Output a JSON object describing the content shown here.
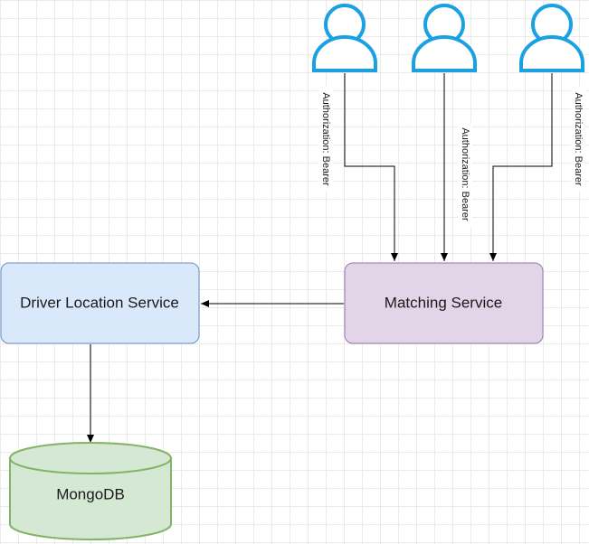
{
  "nodes": {
    "driver_location_service": {
      "label": "Driver Location Service",
      "fill": "#dae8fc",
      "stroke": "#6c8ebf"
    },
    "matching_service": {
      "label": "Matching Service",
      "fill": "#e1d5e7",
      "stroke": "#9673a6"
    },
    "mongodb": {
      "label": "MongoDB",
      "fill": "#d5e8d4",
      "stroke": "#82b366"
    }
  },
  "actors": {
    "stroke": "#1ba1e2",
    "icon": "user-icon",
    "count": 3
  },
  "edges": {
    "actor_edge_labels": [
      "Authorization: Bearer",
      "Authorization: Bearer",
      "Authorization: Bearer"
    ],
    "line_color": "#000000"
  }
}
